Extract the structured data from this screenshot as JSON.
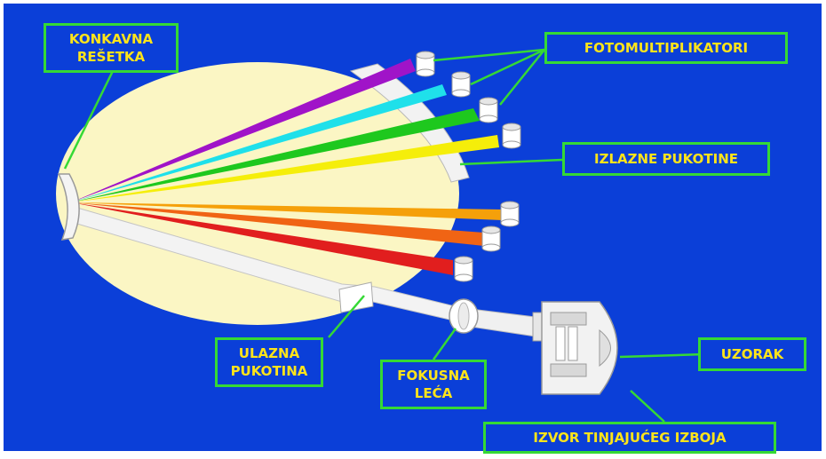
{
  "labels": {
    "grating": "KONKAVNA\nREŠETKA",
    "photomultipliers": "FOTOMULTIPLIKATORI",
    "exit_slits": "IZLAZNE PUKOTINE",
    "entrance_slit": "ULAZNA\nPUKOTINA",
    "lens": "FOKUSNA\nLEĆA",
    "sample": "UZORAK",
    "source": "IZVOR TINJAJUĆEG IZBOJA"
  },
  "colors": {
    "background": "#0b3fd8",
    "label_border": "#35d935",
    "label_text": "#ffe41a",
    "rowland_circle": "#fbf6c4",
    "beams": [
      "#a014c8",
      "#1fe0ea",
      "#1ec81e",
      "#f5ee0a",
      "#f5a00a",
      "#f06414",
      "#e11e1e"
    ]
  },
  "icons": {
    "photomultiplier": "cylinder-icon",
    "grating": "concave-grating-icon",
    "lens": "lens-icon",
    "source": "glow-discharge-lamp-icon"
  }
}
